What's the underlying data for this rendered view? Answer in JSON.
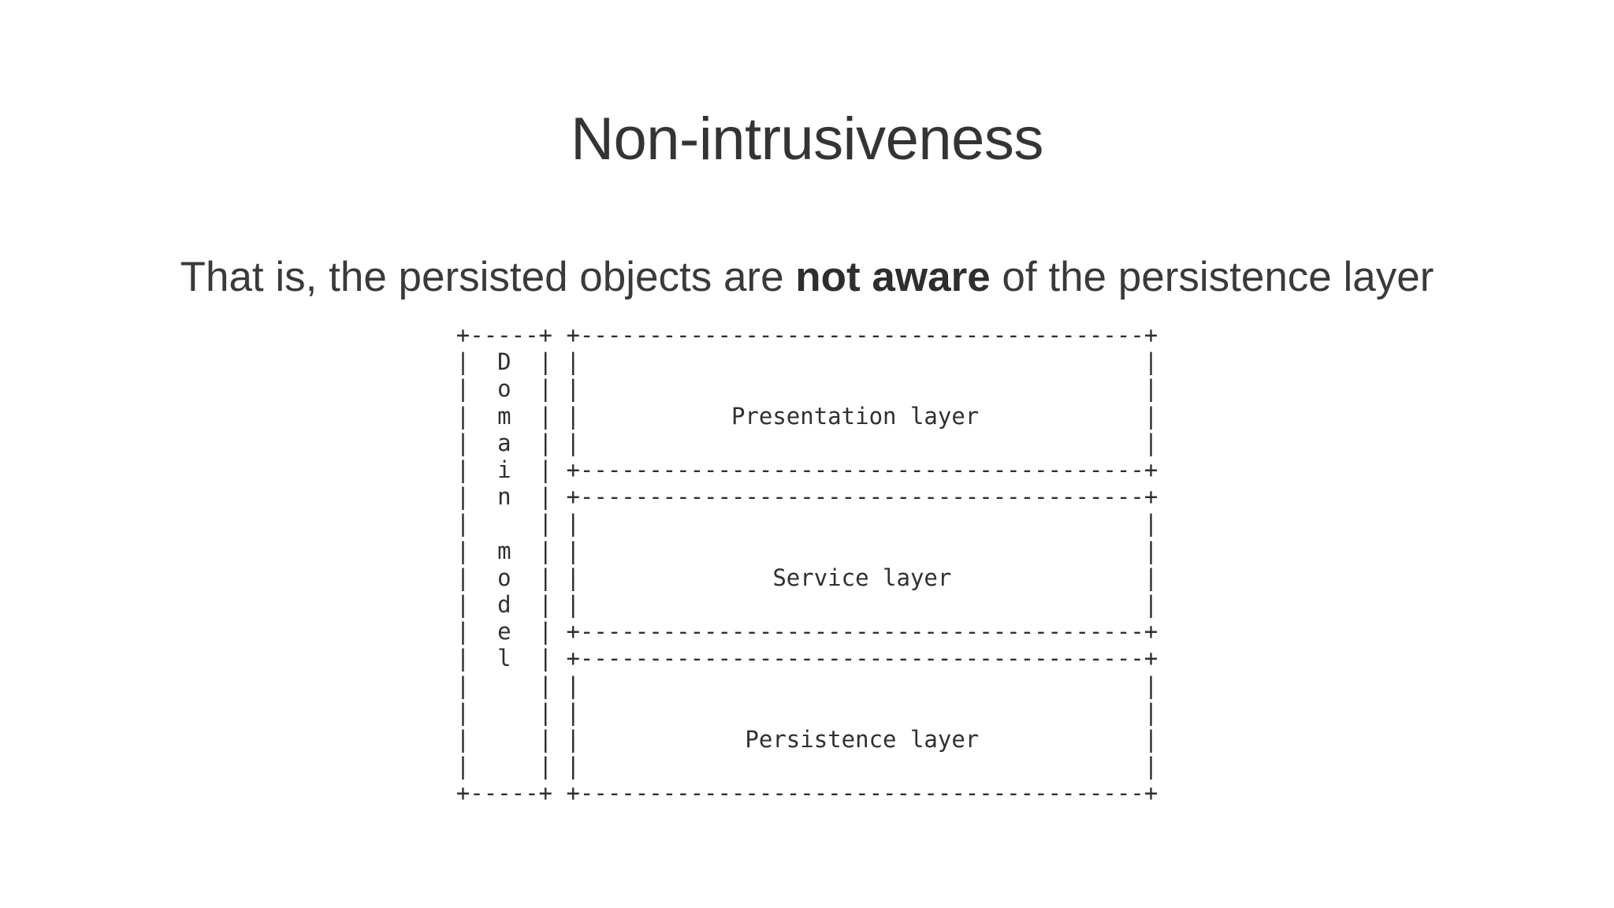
{
  "slide": {
    "title": "Non-intrusiveness",
    "subtitle": {
      "before": "That is, the persisted objects are ",
      "emphasis": "not aware",
      "after": " of the persistence layer"
    },
    "colors": {
      "background": "#ffffff",
      "title_text": "#343434",
      "body_text": "#3a3a3a",
      "emphasis_text": "#2e2e2e",
      "diagram_text": "#303030"
    }
  },
  "diagram": {
    "type": "ascii-art-layer-diagram",
    "left_column_label": "Domain model",
    "left_column_letters": [
      "D",
      "o",
      "m",
      "a",
      "i",
      "n",
      "",
      "m",
      "o",
      "d",
      "e",
      "l"
    ],
    "layers": [
      "Presentation layer",
      "Service layer",
      "Persistence layer"
    ],
    "art": "+-----+ +-----------------------------------------+\n|  D  | |                                         |\n|  o  | |                                         |\n|  m  | |           Presentation layer            |\n|  a  | |                                         |\n|  i  | +-----------------------------------------+\n|  n  | +-----------------------------------------+\n|     | |                                         |\n|  m  | |                                         |\n|  o  | |              Service layer              |\n|  d  | |                                         |\n|  e  | +-----------------------------------------+\n|  l  | +-----------------------------------------+\n|     | |                                         |\n|     | |                                         |\n|     | |            Persistence layer            |\n|     | |                                         |\n+-----+ +-----------------------------------------+"
  }
}
